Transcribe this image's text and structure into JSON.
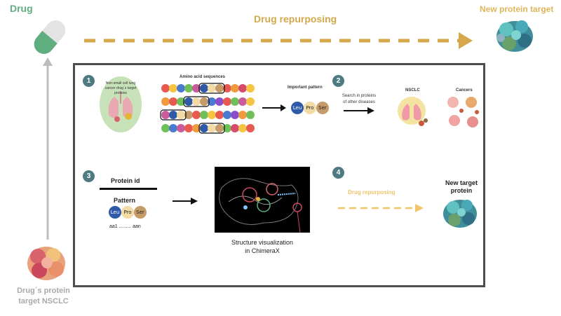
{
  "top": {
    "drug_label": "Drug",
    "repurposing_label": "Drug repurposing",
    "new_target_label": "New protein target"
  },
  "left": {
    "drug_target_line1": "Drug´s protein",
    "drug_target_line2": "target NSCLC"
  },
  "steps": {
    "one": {
      "badge": "1",
      "lung_text": "Non-small cell lung cancer drug´s target proteins",
      "sequences_title": "Amino acid sequences",
      "pattern_title": "Important pattern",
      "pattern": [
        "Leu",
        "Pro",
        "Ser"
      ]
    },
    "two": {
      "badge": "2",
      "search_text_line1": "Search in proteins",
      "search_text_line2": "of other diseases",
      "nsclc_label": "NSCLC",
      "cancers_label": "Cancers"
    },
    "three": {
      "badge": "3",
      "protein_id": "Protein id",
      "pattern_label": "Pattern",
      "pattern": [
        "Leu",
        "Pro",
        "Ser"
      ],
      "range_label": "aa1 ......... aan",
      "structure_caption_line1": "Structure visualization",
      "structure_caption_line2": "in ChimeraX"
    },
    "four": {
      "badge": "4",
      "repurposing_label": "Drug repurposing",
      "new_target_line1": "New target",
      "new_target_line2": "protein"
    }
  },
  "colors": {
    "drug_green": "#5fae7f",
    "gold": "#d4a84b",
    "badge": "#4e7a82",
    "box_border": "#4d4d4d"
  }
}
